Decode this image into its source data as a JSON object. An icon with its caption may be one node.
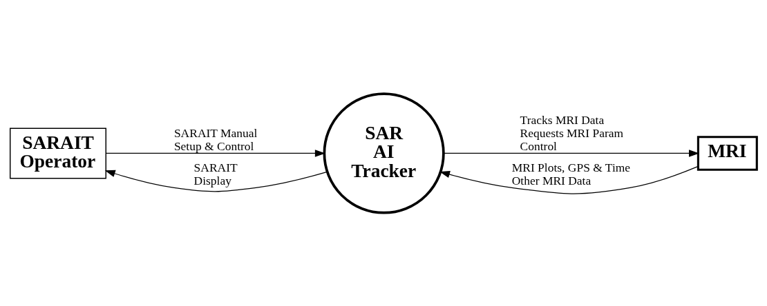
{
  "diagram": {
    "nodes": [
      {
        "text": [
          "SARAIT Operator"
        ]
      },
      {
        "text": [
          "SAR AI Tracker"
        ]
      },
      {
        "text": [
          "MRI"
        ]
      }
    ],
    "edges": [
      {
        "from": 0,
        "to": 1,
        "arrow": "to",
        "label": "SARAIT Manual Setup & Control"
      },
      {
        "from": 1,
        "to": 0,
        "arrow": "to",
        "label": "SARAIT Display"
      },
      {
        "from": 1,
        "to": 2,
        "arrow": "to",
        "label": "Tracks MRI Data Requests MRI Param Control"
      },
      {
        "from": 2,
        "to": 1,
        "arrow": "to",
        "label": "MRI Plots, GPS & Time Other MRI Data"
      }
    ]
  }
}
